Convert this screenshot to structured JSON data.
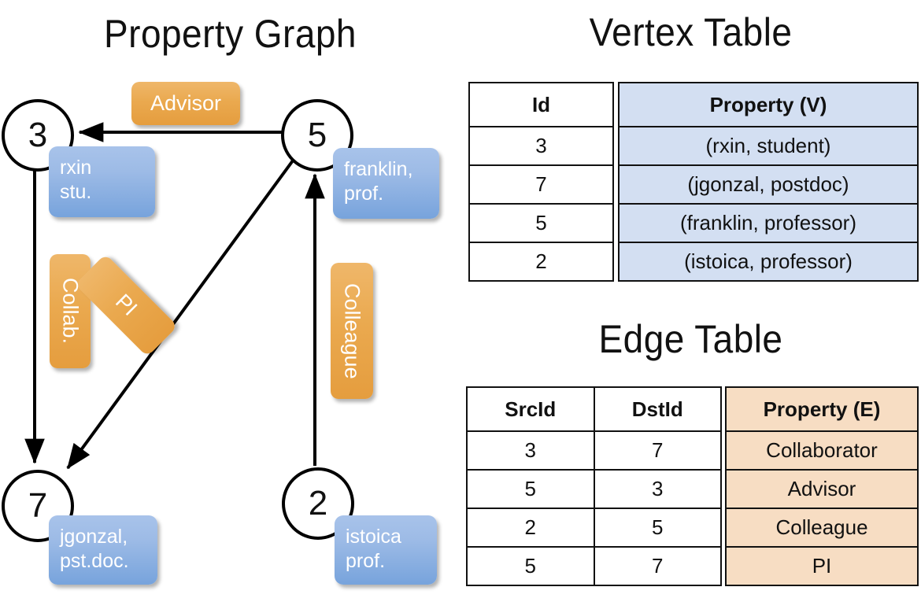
{
  "titles": {
    "property_graph": "Property Graph",
    "vertex_table": "Vertex Table",
    "edge_table": "Edge Table"
  },
  "graph": {
    "vertices": [
      {
        "id": "3",
        "property": "rxin\nstu.",
        "line1": "rxin",
        "line2": "stu."
      },
      {
        "id": "5",
        "property": "franklin,\nprof.",
        "line1": "franklin,",
        "line2": "prof."
      },
      {
        "id": "7",
        "property": "jgonzal,\npst.doc.",
        "line1": "jgonzal,",
        "line2": "pst.doc."
      },
      {
        "id": "2",
        "property": "istoica\nprof.",
        "line1": "istoica",
        "line2": "prof."
      }
    ],
    "edge_labels": [
      {
        "name": "advisor",
        "text": "Advisor"
      },
      {
        "name": "collab",
        "text": "Collab."
      },
      {
        "name": "pi",
        "text": "PI"
      },
      {
        "name": "colleague",
        "text": "Colleague"
      }
    ],
    "edges": [
      {
        "src": "5",
        "dst": "3",
        "label": "Advisor"
      },
      {
        "src": "3",
        "dst": "7",
        "label": "Collab."
      },
      {
        "src": "5",
        "dst": "7",
        "label": "PI"
      },
      {
        "src": "2",
        "dst": "5",
        "label": "Colleague"
      }
    ]
  },
  "vertex_table": {
    "headers": [
      "Id",
      "Property (V)"
    ],
    "rows": [
      {
        "id": "3",
        "property": "(rxin, student)"
      },
      {
        "id": "7",
        "property": "(jgonzal, postdoc)"
      },
      {
        "id": "5",
        "property": "(franklin, professor)"
      },
      {
        "id": "2",
        "property": "(istoica, professor)"
      }
    ]
  },
  "edge_table": {
    "headers": [
      "SrcId",
      "DstId",
      "Property (E)"
    ],
    "rows": [
      {
        "src": "3",
        "dst": "7",
        "property": "Collaborator"
      },
      {
        "src": "5",
        "dst": "3",
        "property": "Advisor"
      },
      {
        "src": "2",
        "dst": "5",
        "property": "Colleague"
      },
      {
        "src": "5",
        "dst": "7",
        "property": "PI"
      }
    ]
  },
  "colors": {
    "vertex_property_blue": "#9dbbe6",
    "edge_label_orange": "#eaa94f",
    "vertex_table_fill": "#d3dff2",
    "edge_table_fill": "#f7ddc3",
    "stroke": "#000000"
  }
}
